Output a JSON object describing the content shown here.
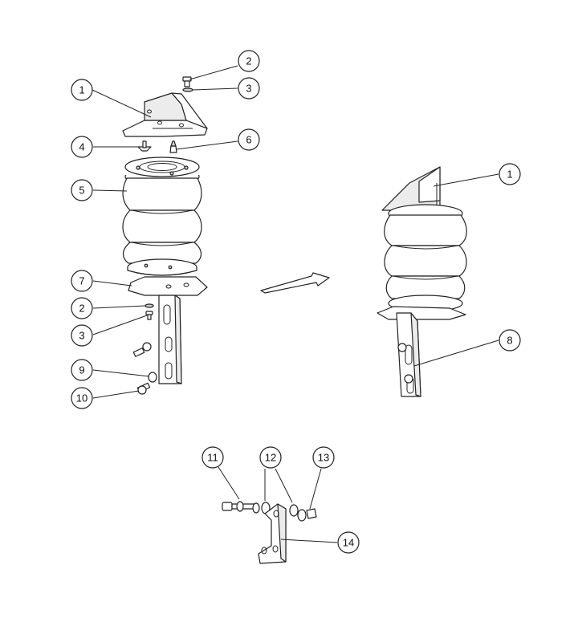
{
  "callouts": [
    {
      "id": "1"
    },
    {
      "id": "2"
    },
    {
      "id": "3"
    },
    {
      "id": "4"
    },
    {
      "id": "5"
    },
    {
      "id": "6"
    },
    {
      "id": "7"
    },
    {
      "id": "2"
    },
    {
      "id": "3"
    },
    {
      "id": "9"
    },
    {
      "id": "10"
    },
    {
      "id": "1"
    },
    {
      "id": "8"
    },
    {
      "id": "11"
    },
    {
      "id": "12"
    },
    {
      "id": "13"
    },
    {
      "id": "14"
    }
  ]
}
